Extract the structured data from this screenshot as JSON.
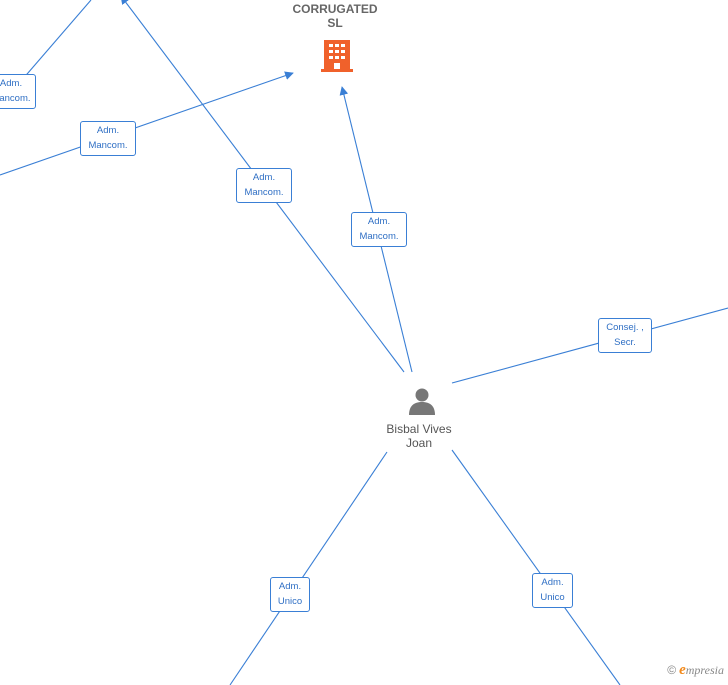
{
  "company": {
    "name_line1": "CORRUGATED",
    "name_line2": "SL",
    "icon": "building-icon",
    "icon_color": "#f0612b"
  },
  "person": {
    "name_line1": "Bisbal Vives",
    "name_line2": "Joan",
    "icon": "person-icon",
    "icon_color": "#777777"
  },
  "edge_labels": [
    {
      "l1": "Adm.",
      "l2": "Mancom."
    },
    {
      "l1": "Adm.",
      "l2": "Mancom."
    },
    {
      "l1": "Adm.",
      "l2": "Mancom."
    },
    {
      "l1": "Adm.",
      "l2": "Mancom."
    },
    {
      "l1": "Consej. ,",
      "l2": "Secr."
    },
    {
      "l1": "Adm.",
      "l2": "Unico"
    },
    {
      "l1": "Adm.",
      "l2": "Unico"
    }
  ],
  "brand": {
    "copyright": "©",
    "initial": "e",
    "rest": "mpresia"
  },
  "colors": {
    "edge": "#3a7fd5",
    "label_text": "#2f6fc4"
  }
}
